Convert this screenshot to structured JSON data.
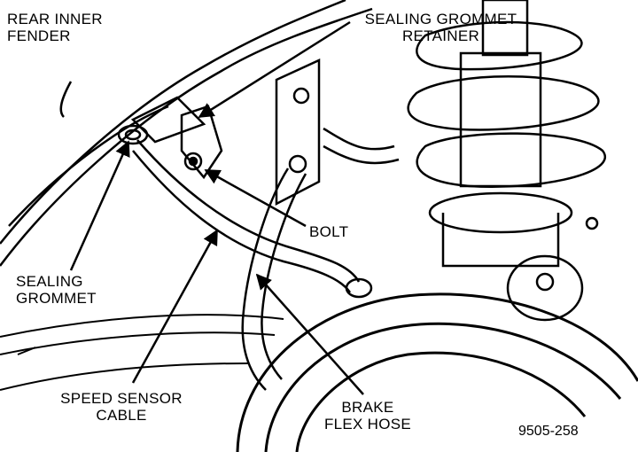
{
  "labels": {
    "rear_inner_fender": [
      "REAR INNER",
      "FENDER"
    ],
    "sealing_grommet_retainer": [
      "SEALING GROMMET",
      "RETAINER"
    ],
    "bolt": "BOLT",
    "sealing_grommet": [
      "SEALING",
      "GROMMET"
    ],
    "speed_sensor_cable": [
      "SPEED SENSOR",
      "CABLE"
    ],
    "brake_flex_hose": [
      "BRAKE",
      "FLEX HOSE"
    ]
  },
  "figure_number": "9505-258",
  "colors": {
    "ink": "#000000",
    "paper": "#ffffff"
  }
}
